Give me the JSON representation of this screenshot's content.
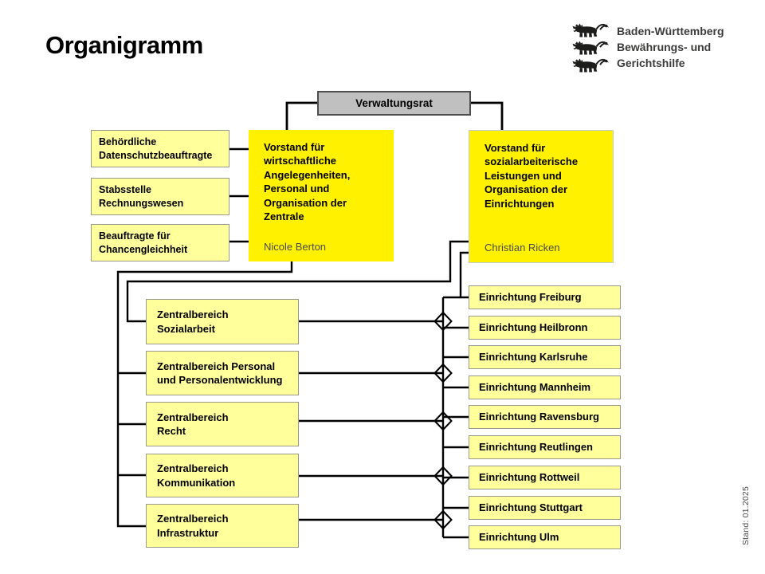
{
  "title": "Organigramm",
  "logo": {
    "line1": "Baden-Württemberg",
    "line2": "Bewährungs- und",
    "line3": "Gerichtshilfe"
  },
  "stand_note": "Stand: 01.2025",
  "colors": {
    "bright_yellow": "#FFF100",
    "pale_yellow": "#FFFF9C",
    "gray_box": "#C0C0C0",
    "line": "#000000"
  },
  "org": {
    "board": "Verwaltungsrat",
    "staff_units": [
      "Behördliche\nDatenschutzbeauftragte",
      "Stabsstelle\nRechnungswesen",
      "Beauftragte für\nChancengleichheit"
    ],
    "executives": [
      {
        "title": "Vorstand für\nwirtschaftliche\nAngelegenheiten,\nPersonal und\nOrganisation der\nZentrale",
        "name": "Nicole Berton"
      },
      {
        "title": "Vorstand für\nsozialarbeiterische\nLeistungen und\nOrganisation der\nEinrichtungen",
        "name": "Christian Ricken"
      }
    ],
    "central_departments": [
      "Zentralbereich\nSozialarbeit",
      "Zentralbereich Personal\nund Personalentwicklung",
      "Zentralbereich\nRecht",
      "Zentralbereich\nKommunikation",
      "Zentralbereich\nInfrastruktur"
    ],
    "facilities": [
      "Einrichtung Freiburg",
      "Einrichtung Heilbronn",
      "Einrichtung Karlsruhe",
      "Einrichtung Mannheim",
      "Einrichtung Ravensburg",
      "Einrichtung Reutlingen",
      "Einrichtung Rottweil",
      "Einrichtung Stuttgart",
      "Einrichtung Ulm"
    ]
  }
}
